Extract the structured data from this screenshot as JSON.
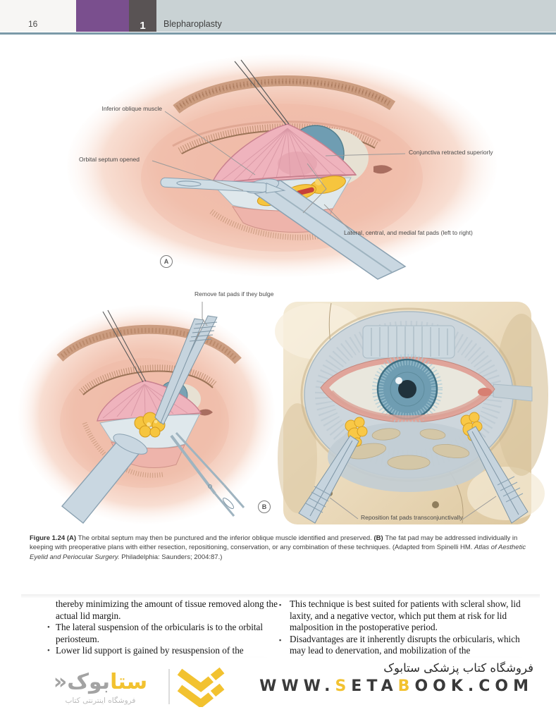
{
  "header": {
    "page_number": "16",
    "chapter_number": "1",
    "chapter_title": "Blepharoplasty"
  },
  "figure": {
    "marker_a": "A",
    "marker_b": "B",
    "labels": {
      "inferior_oblique": "Inferior oblique muscle",
      "orbital_septum": "Orbital septum opened",
      "conjunctiva": "Conjunctiva retracted superiorly",
      "fat_pads": "Lateral, central, and medial fat pads (left to right)",
      "remove_fat": "Remove fat pads if they bulge",
      "reposition_fat": "Reposition fat pads transconjunctivally"
    },
    "caption": {
      "figure_label": "Figure 1.24 ",
      "part_a": "(A) ",
      "text_a": "The orbital septum may then be punctured and the inferior oblique muscle identified and preserved. ",
      "part_b": "(B) ",
      "text_b": "The fat pad may be addressed individually in keeping with preoperative plans with either resection, repositioning, conservation, or any combination of these techniques. (Adapted from Spinelli HM. ",
      "source_italic": "Atlas of Aesthetic Eyelid and Periocular Surgery.",
      "source_tail": " Philadelphia: Saunders; 2004:87.)"
    }
  },
  "body": {
    "bullet_glyph_left": "•",
    "bullet_glyph_right": "▪",
    "left_column": {
      "continuation": "thereby minimizing the amount of tissue removed along the actual lid margin.",
      "bullets": [
        "The lateral suspension of the orbicularis is to the orbital periosteum.",
        "Lower lid support is gained by resuspension of the"
      ]
    },
    "right_column": {
      "bullets": [
        "This technique is best suited for patients with scleral show, lid laxity, and a negative vector, which put them at risk for lid malposition in the postoperative period.",
        "Disadvantages are it inherently disrupts the orbicularis, which may lead to denervation, and mobilization of the"
      ]
    }
  },
  "footer": {
    "wordmark_first": "ستا",
    "wordmark_second": "بوک",
    "wordmark_chevron": "«",
    "logo_subtitle": "فروشگاه اینترنتی کتاب",
    "store_line": "فروشگاه کتاب پزشکی ستابوک",
    "url": {
      "p1": "WWW.",
      "p2": "S",
      "p3": "ETA",
      "p4": "B",
      "p5": "OOK.COM"
    }
  },
  "colors": {
    "accent_purple": "#7a4f8e",
    "chapter_tab_gray": "#595354",
    "header_band": "#c9d2d4",
    "header_rule": "#7b9aa8",
    "brand_yellow": "#f2c230",
    "fat_pad_yellow": "#f6c53e",
    "skin_tone": "#f2c4b2",
    "instrument_blue_gray": "#c9d7e1"
  }
}
